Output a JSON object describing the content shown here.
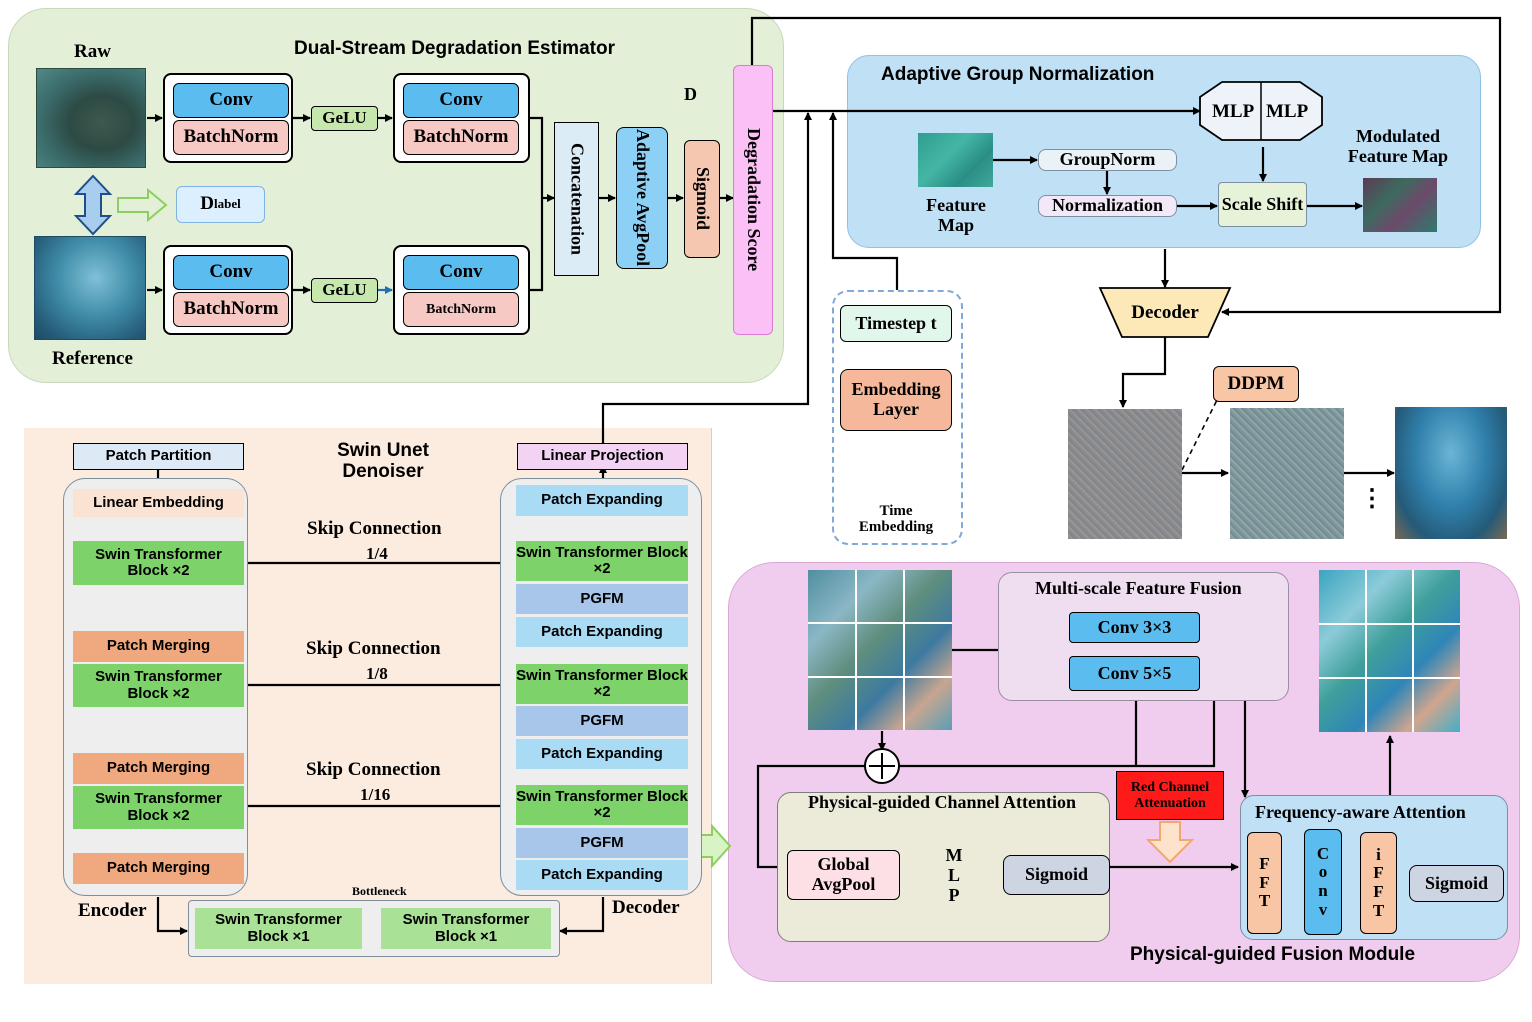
{
  "colors": {
    "estimator_bg": "#e3efd7",
    "norm_bg": "#bfe0f5",
    "unet_bg": "#fcebdf",
    "fusion_bg": "#f0cdee",
    "conv_blue": "#5bbcf0",
    "batchnorm_pink": "#f7c9c5",
    "gelu_green": "#c7e8ad",
    "swin_green": "#7dd36a",
    "patch_merging": "#f0a87e",
    "patch_expanding": "#a9dbf5",
    "pgfm": "#a8c6ea",
    "linear_projection": "#f3d3f3",
    "red": "#ff1a1a"
  },
  "estimator": {
    "title": "Dual-Stream Degradation Estimator",
    "raw_label": "Raw",
    "reference_label": "Reference",
    "d_label_main": "D",
    "d_label_sub": "label",
    "d_text": "D",
    "conv": "Conv",
    "batchnorm": "BatchNorm",
    "gelu": "GeLU",
    "concatenation": "Concatenation",
    "adaptive_avgpool": "Adaptive AvgPool",
    "sigmoid": "Sigmoid",
    "degradation_score": "Degradation Score"
  },
  "norm": {
    "title": "Adaptive Group Normalization",
    "mlp1": "MLP",
    "mlp2": "MLP",
    "feature_map": "Feature Map",
    "groupnorm": "GroupNorm",
    "normalization": "Normalization",
    "scale_shift": "Scale Shift",
    "modulated": "Modulated Feature Map"
  },
  "time": {
    "timestep": "Timestep t",
    "embedding_layer": "Embedding Layer",
    "time_embedding": "Time Embedding"
  },
  "decoder": {
    "label": "Decoder",
    "ddpm": "DDPM",
    "dots": "⋮"
  },
  "unet": {
    "title": "Swin Unet Denoiser",
    "patch_partition": "Patch Partition",
    "linear_embedding": "Linear Embedding",
    "swin_x2": "Swin Transformer Block ×2",
    "swin_x1": "Swin Transformer Block ×1",
    "patch_merging": "Patch Merging",
    "linear_projection": "Linear Projection",
    "patch_expanding": "Patch Expanding",
    "pgfm": "PGFM",
    "encoder": "Encoder",
    "decoder": "Decoder",
    "bottleneck": "Bottleneck",
    "skip1_title": "Skip Connection",
    "skip1_ratio": "1/4",
    "skip2_title": "Skip Connection",
    "skip2_ratio": "1/8",
    "skip3_title": "Skip Connection",
    "skip3_ratio": "1/16"
  },
  "fusion": {
    "title": "Physical-guided Fusion Module",
    "msff_title": "Multi-scale Feature Fusion",
    "conv3": "Conv 3×3",
    "conv5": "Conv 5×5",
    "pgca_title": "Physical-guided Channel Attention",
    "global_avgpool": "Global AvgPool",
    "mlp_letters": "M L P",
    "sigmoid": "Sigmoid",
    "red_channel": "Red Channel Attenuation",
    "faa_title": "Frequency-aware Attention",
    "fft": "F F T",
    "conv_letters": "C o n v",
    "ifft": "i F F T",
    "faa_sigmoid": "Sigmoid"
  }
}
